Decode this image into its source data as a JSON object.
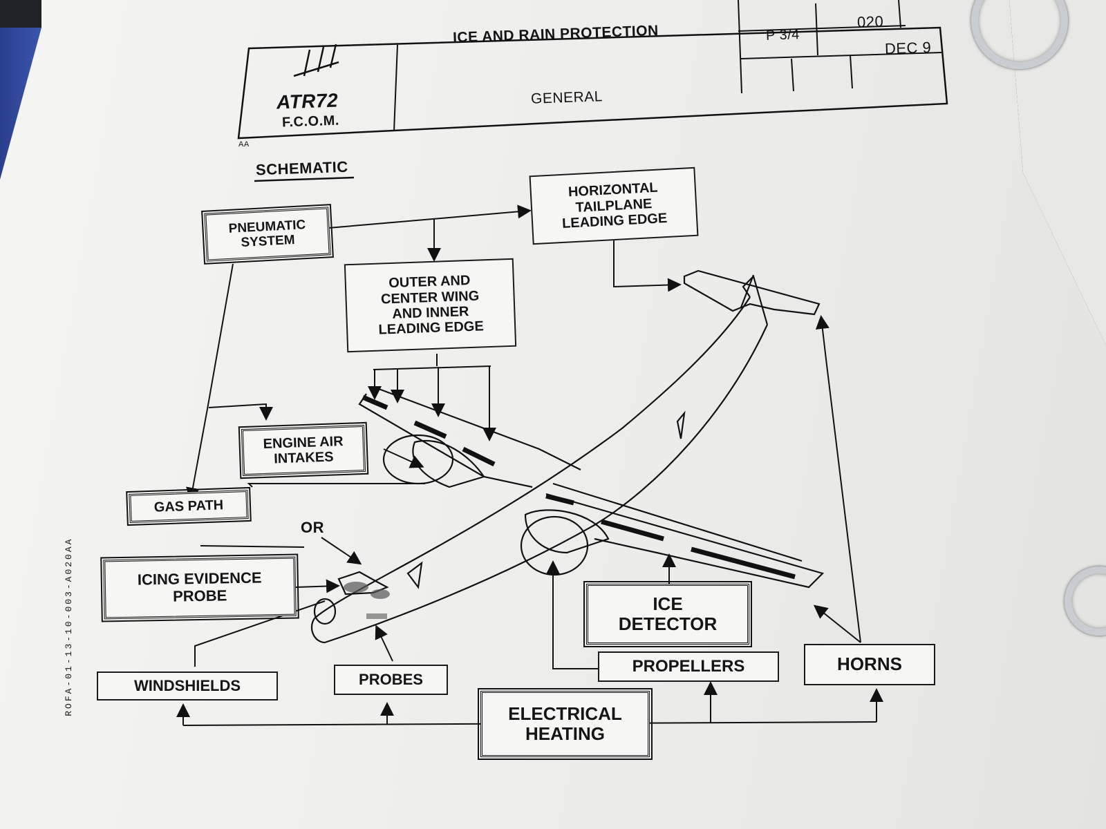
{
  "header": {
    "logo_text": "ATR72",
    "manual": "F.C.O.M.",
    "title": "ICE AND RAIN PROTECTION",
    "subtitle": "GENERAL",
    "page_ref": "P 3/4",
    "section": "020",
    "date": "DEC 9",
    "corner_mark": "AA"
  },
  "section_title": "SCHEMATIC",
  "boxes": {
    "pneumatic": "PNEUMATIC\nSYSTEM",
    "tailplane": "HORIZONTAL\nTAILPLANE\nLEADING EDGE",
    "wing": "OUTER AND\nCENTER WING\nAND INNER\nLEADING EDGE",
    "engine_air": "ENGINE AIR\nINTAKES",
    "gas_path": "GAS PATH",
    "icing_probe": "ICING EVIDENCE\nPROBE",
    "ice_detector": "ICE\nDETECTOR",
    "windshields": "WINDSHIELDS",
    "probes": "PROBES",
    "propellers": "PROPELLERS",
    "horns": "HORNS",
    "electrical": "ELECTRICAL\nHEATING"
  },
  "or_label": "OR",
  "figure_ref": "ROFA-01-13-10-003-A020AA"
}
